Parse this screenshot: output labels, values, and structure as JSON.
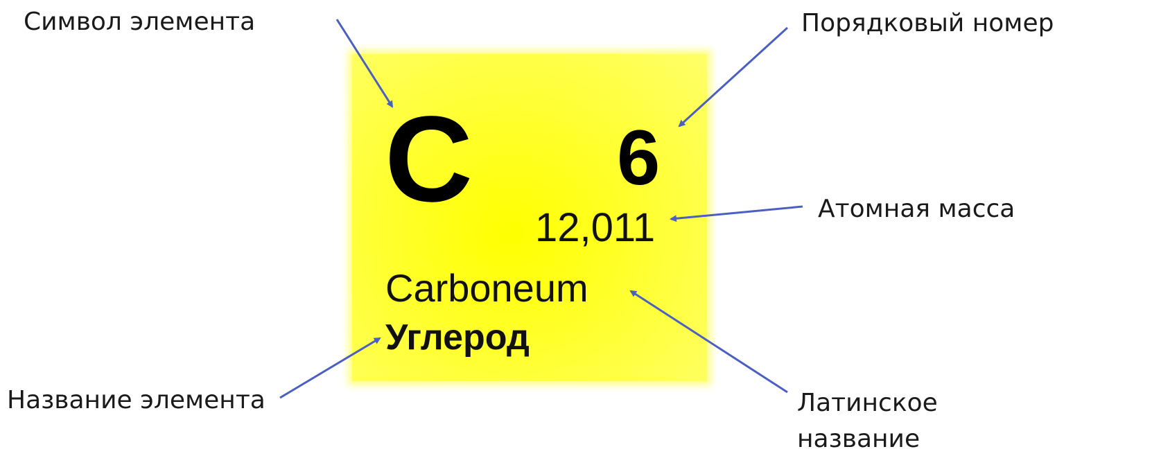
{
  "element": {
    "symbol": "C",
    "atomic_number": "6",
    "atomic_mass": "12,011",
    "latin_name": "Carboneum",
    "name": "Углерод",
    "tile_color": "#ffff00"
  },
  "labels": {
    "symbol": "Символ элемента",
    "atomic_number": "Порядковый номер",
    "atomic_mass": "Атомная масса",
    "name": "Название элемента",
    "latin_name_line1": "Латинское",
    "latin_name_line2": "название"
  },
  "arrow_color": "#4a5fc1"
}
